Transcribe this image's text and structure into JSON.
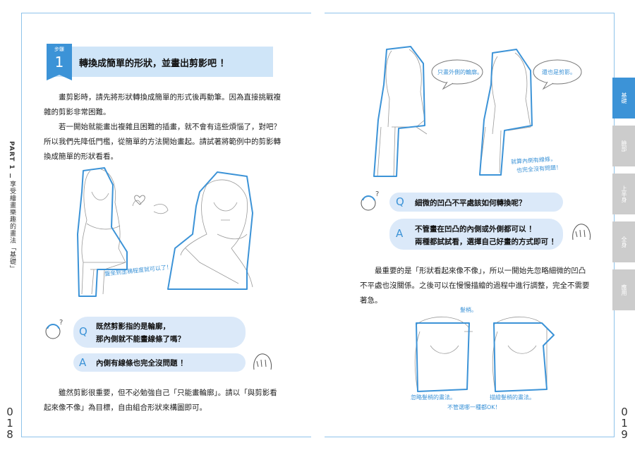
{
  "left_page": {
    "side_label": "PART 1",
    "side_subtitle": "享受繪畫樂趣的畫法「基礎」",
    "page_number": [
      "0",
      "1",
      "8"
    ],
    "step": {
      "small_label": "步驟",
      "number": "1",
      "title": "轉換成簡單的形狀，並畫出剪影吧 ！"
    },
    "paragraphs": [
      "畫剪影時，請先將形狀轉換成簡單的形式後再動筆。因為直接挑戰複雜的剪影非常困難。",
      "若一開始就能畫出複雜且困難的插畫，就不會有這些煩惱了，對吧？所以我們先降低門檻，從簡單的方法開始畫起。請試著將範例中的剪影轉換成簡單的形狀看看。"
    ],
    "illustration_note": "盤坐到塗鴉程度就可以了！",
    "qa": {
      "q_letter": "Q",
      "question_lines": [
        "既然剪影指的是輪廓，",
        "那內側就不能畫線條了嗎？"
      ],
      "a_letter": "A",
      "answer": "內側有線條也完全沒問題 ！"
    },
    "closing_paragraph": "雖然剪影很重要，但不必勉強自己「只能畫輪廓」。請以「與剪影看起來像不像」為目標，自由組合形狀來構圖即可。"
  },
  "right_page": {
    "page_number": [
      "0",
      "1",
      "9"
    ],
    "bubble_left": "只畫外側的輪廓。",
    "bubble_right": "還也是剪影。",
    "handwritten_note": [
      "就算內側有線條，",
      "也完全沒有問題！"
    ],
    "qa": {
      "q_letter": "Q",
      "question": "細微的凹凸不平處該如何轉換呢？",
      "a_letter": "A",
      "answer_lines": [
        "不管畫在凹凸的內側或外側都可以 ！",
        "兩種都試試看，選擇自己好畫的方式即可 ！"
      ]
    },
    "paragraph": "最重要的是「形狀看起來像不像」，所以一開始先忽略細微的凹凸不平處也沒關係。之後可以在慢慢描繪的過程中進行調整，完全不需要著急。",
    "hair_labels": {
      "top": "髮梢。",
      "left": "忽略髮梢的畫法。",
      "right": "描繪髮梢的畫法。",
      "bottom": "不管選哪一種都OK！"
    },
    "tabs": [
      "基礎",
      "臉部",
      "上半身",
      "全身",
      "應用"
    ]
  },
  "colors": {
    "accent": "#3c93d7",
    "light": "#dbe9f9",
    "tab_inactive": "#cccccc"
  }
}
